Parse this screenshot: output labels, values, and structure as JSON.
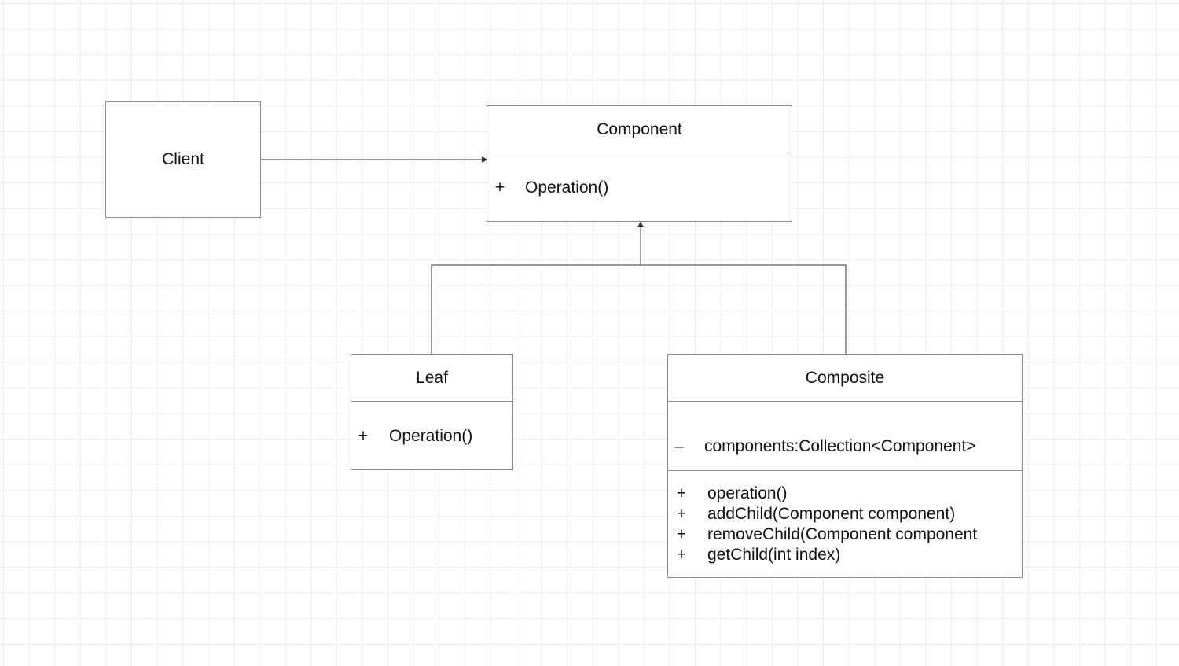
{
  "client": {
    "title": "Client"
  },
  "component": {
    "title": "Component",
    "methods": [
      {
        "visibility": "+",
        "text": "Operation()"
      }
    ]
  },
  "leaf": {
    "title": "Leaf",
    "methods": [
      {
        "visibility": "+",
        "text": "Operation()"
      }
    ]
  },
  "composite": {
    "title": "Composite",
    "attributes": [
      {
        "visibility": "–",
        "text": "components:Collection<Component>"
      }
    ],
    "methods": [
      {
        "visibility": "+",
        "text": "operation()"
      },
      {
        "visibility": "+",
        "text": "addChild(Component component)"
      },
      {
        "visibility": "+",
        "text": "removeChild(Component component"
      },
      {
        "visibility": "+",
        "text": "getChild(int index)"
      }
    ]
  },
  "colors": {
    "line": "#333333",
    "border": "#8a8a8a",
    "grid": "#ececec"
  }
}
